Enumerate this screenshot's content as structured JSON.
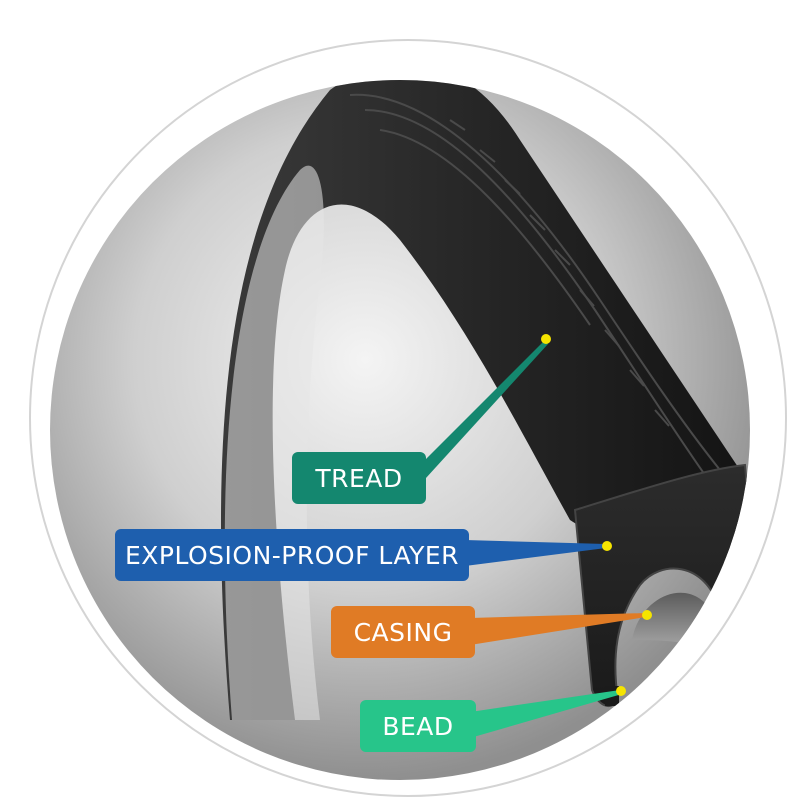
{
  "components": [
    {
      "id": "tread",
      "label": "TREAD",
      "color": "#14876f"
    },
    {
      "id": "layer",
      "label": "EXPLOSION-PROOF LAYER",
      "color": "#1e5fae"
    },
    {
      "id": "casing",
      "label": "CASING",
      "color": "#e07b25"
    },
    {
      "id": "bead",
      "label": "BEAD",
      "color": "#27c58a"
    }
  ],
  "marker_color": "#f5e400"
}
